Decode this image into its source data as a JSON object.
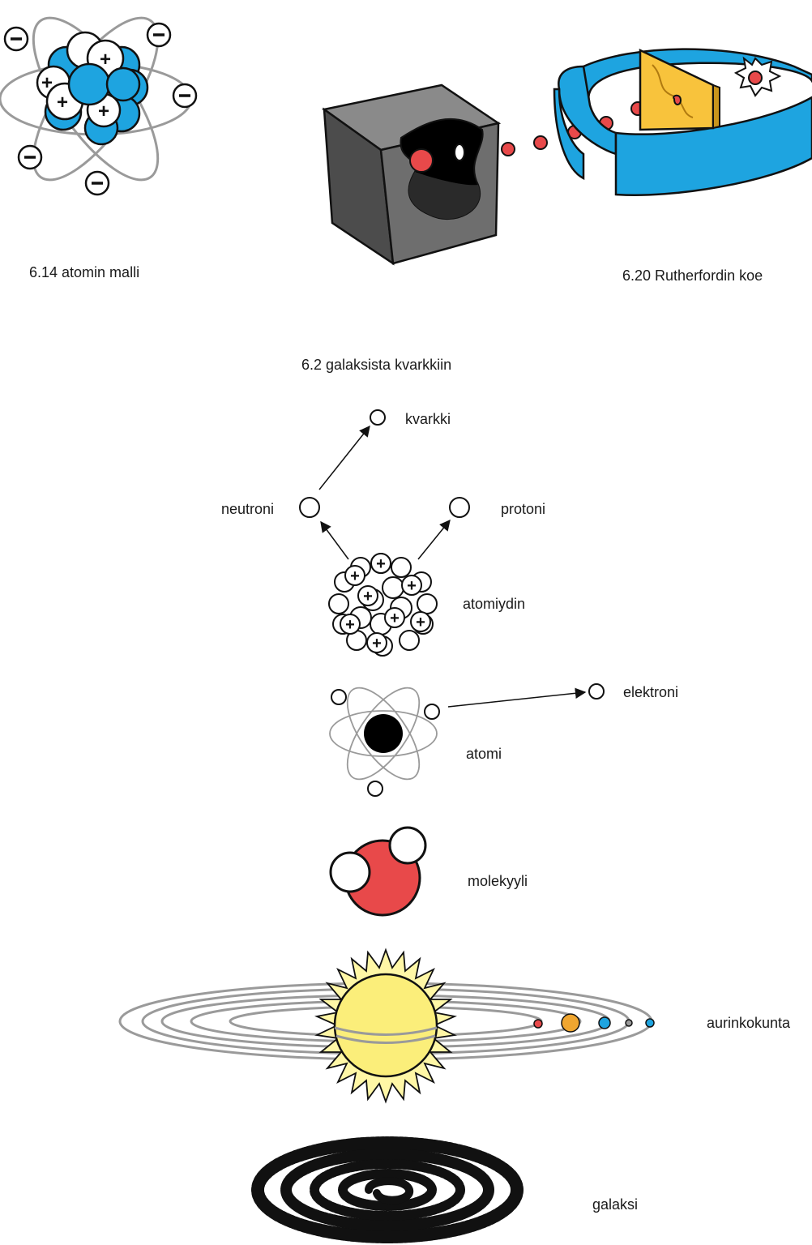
{
  "captions": {
    "atom_model": "6.14 atomin malli",
    "rutherford": "6.20 Rutherfordin koe",
    "scale_chain": "6.2 galaksista kvarkkiin"
  },
  "labels": {
    "quark": "kvarkki",
    "neutron": "neutroni",
    "proton": "protoni",
    "nucleus": "atomiydin",
    "electron": "elektroni",
    "atom": "atomi",
    "molecule": "molekyyli",
    "solar_system": "aurinkokunta",
    "galaxy": "galaksi"
  },
  "colors": {
    "neutron_blue": "#1ea4e0",
    "ring_blue": "#1ea4e0",
    "alpha_red": "#e8494a",
    "gold_foil": "#f8c33c",
    "sun_yellow": "#fbee7a",
    "sun_rays": "#fff7a6",
    "box_grey": "#6e6e6e",
    "orbit_grey": "#9a9a9a"
  },
  "icons": {
    "atom_model": "atom-model-icon",
    "rutherford": "rutherford-experiment-icon",
    "galaxy": "spiral-galaxy-icon"
  }
}
